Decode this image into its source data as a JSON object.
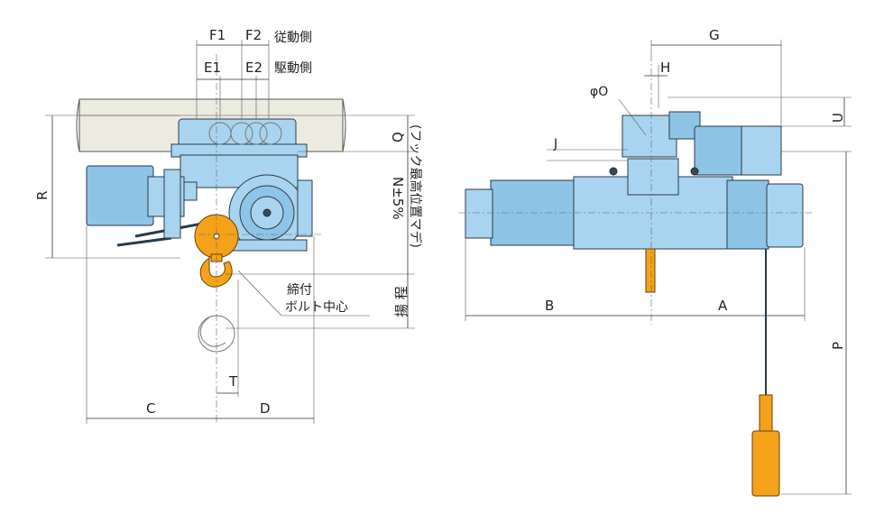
{
  "labels": {
    "F1": "F1",
    "F2": "F2",
    "E1": "E1",
    "E2": "E2",
    "driven_side": "従動側",
    "drive_side": "駆動側",
    "R": "R",
    "Q": "Q",
    "N": "N±5%",
    "hook_note": "(フック最高位置マデ)",
    "lift": "揚 程",
    "bolt_line1": "締付",
    "bolt_line2": "ボルト中心",
    "T": "T",
    "C": "C",
    "D": "D",
    "G": "G",
    "H": "H",
    "phiO": "φO",
    "J": "J",
    "U": "U",
    "B": "B",
    "A": "A",
    "P": "P"
  },
  "colors": {
    "body": "#a9d4ef",
    "hook": "#f4a21a",
    "beam": "#ecebe0"
  }
}
